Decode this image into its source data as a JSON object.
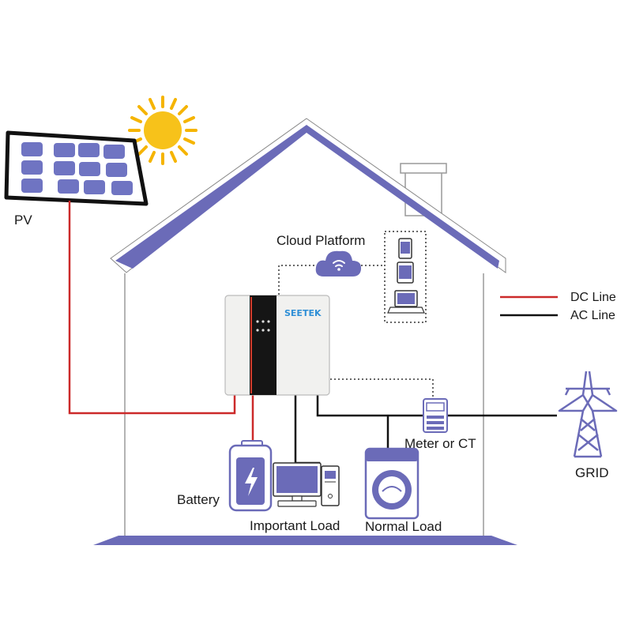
{
  "labels": {
    "pv": "PV",
    "cloud_platform": "Cloud Platform",
    "dc_line": "DC Line",
    "ac_line": "AC Line",
    "grid": "GRID",
    "meter": "Meter or CT",
    "battery": "Battery",
    "important_load": "Important Load",
    "normal_load": "Normal Load",
    "brand": "SEETEK"
  },
  "colors": {
    "roof": "#6b6bb8",
    "panel_cell": "#6f74c2",
    "dc_line": "#cc2a2a",
    "ac_line": "#111111",
    "sun": "#f5b400",
    "device": "#6b6bb8"
  },
  "icons": [
    "sun-icon",
    "cloud-wifi-icon",
    "phone-icon",
    "tablet-icon",
    "laptop-icon",
    "battery-icon",
    "computer-icon",
    "washing-machine-icon",
    "meter-icon",
    "pylon-icon",
    "inverter-icon",
    "solar-panel-icon"
  ]
}
